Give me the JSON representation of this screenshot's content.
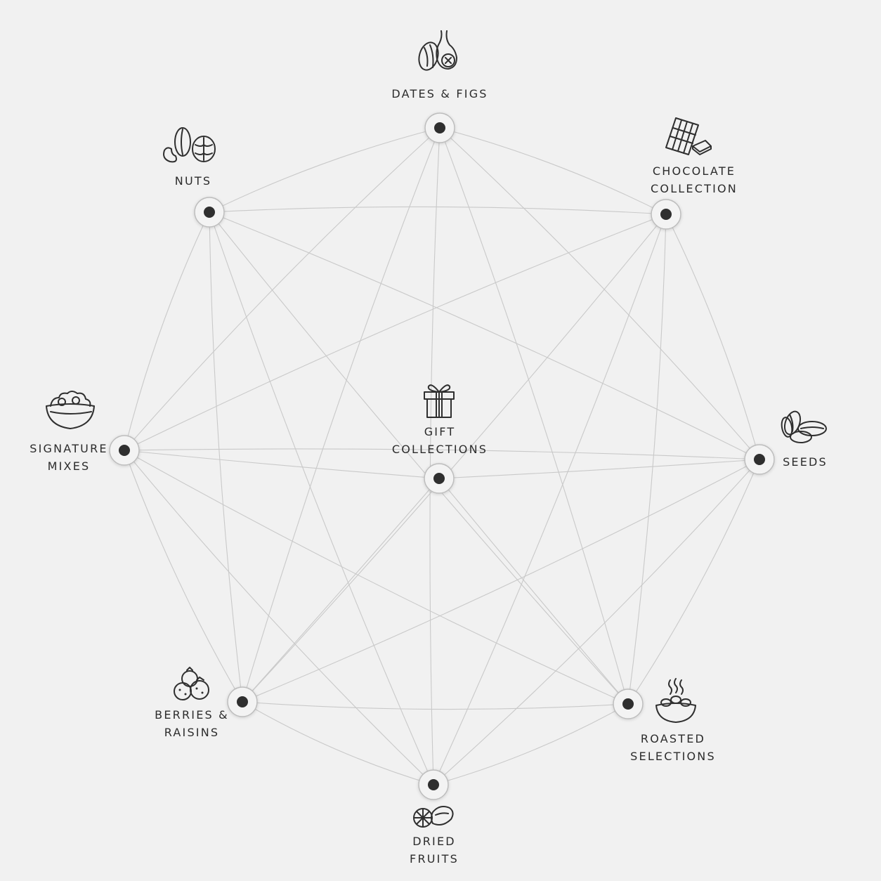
{
  "nodes": [
    {
      "id": "dates-figs",
      "label": "DATES & FIGS",
      "icon": "dates-figs-icon"
    },
    {
      "id": "chocolate",
      "label": "CHOCOLATE\nCOLLECTION",
      "icon": "chocolate-bar-icon"
    },
    {
      "id": "seeds",
      "label": "SEEDS",
      "icon": "seeds-icon"
    },
    {
      "id": "roasted",
      "label": "ROASTED\nSELECTIONS",
      "icon": "roasted-bowl-icon"
    },
    {
      "id": "dried-fruits",
      "label": "DRIED\nFRUITS",
      "icon": "dried-fruits-icon"
    },
    {
      "id": "berries",
      "label": "BERRIES &\nRAISINS",
      "icon": "berries-icon"
    },
    {
      "id": "signature",
      "label": "SIGNATURE\nMIXES",
      "icon": "mix-bowl-icon"
    },
    {
      "id": "nuts",
      "label": "NUTS",
      "icon": "nuts-icon"
    },
    {
      "id": "gift",
      "label": "GIFT\nCOLLECTIONS",
      "icon": "gift-box-icon"
    }
  ],
  "edges": [
    [
      "dates-figs",
      "chocolate"
    ],
    [
      "dates-figs",
      "nuts"
    ],
    [
      "dates-figs",
      "seeds"
    ],
    [
      "dates-figs",
      "roasted"
    ],
    [
      "dates-figs",
      "berries"
    ],
    [
      "dates-figs",
      "signature"
    ],
    [
      "dates-figs",
      "dried-fruits"
    ],
    [
      "chocolate",
      "nuts"
    ],
    [
      "chocolate",
      "seeds"
    ],
    [
      "chocolate",
      "roasted"
    ],
    [
      "chocolate",
      "signature"
    ],
    [
      "chocolate",
      "berries"
    ],
    [
      "chocolate",
      "dried-fruits"
    ],
    [
      "nuts",
      "signature"
    ],
    [
      "nuts",
      "berries"
    ],
    [
      "nuts",
      "roasted"
    ],
    [
      "nuts",
      "seeds"
    ],
    [
      "nuts",
      "dried-fruits"
    ],
    [
      "signature",
      "gift"
    ],
    [
      "signature",
      "berries"
    ],
    [
      "signature",
      "roasted"
    ],
    [
      "signature",
      "dried-fruits"
    ],
    [
      "signature",
      "seeds"
    ],
    [
      "seeds",
      "gift"
    ],
    [
      "seeds",
      "roasted"
    ],
    [
      "seeds",
      "berries"
    ],
    [
      "seeds",
      "dried-fruits"
    ],
    [
      "berries",
      "roasted"
    ],
    [
      "berries",
      "dried-fruits"
    ],
    [
      "berries",
      "gift"
    ],
    [
      "roasted",
      "dried-fruits"
    ],
    [
      "roasted",
      "gift"
    ]
  ]
}
